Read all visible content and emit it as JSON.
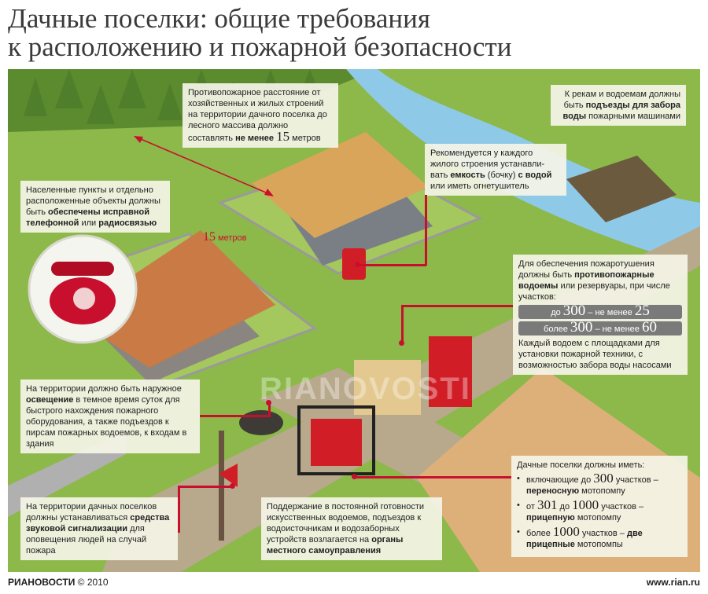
{
  "title_line1": "Дачные поселки: общие требования",
  "title_line2": "к расположению и пожарной безопасности",
  "distance_label": {
    "num": "15",
    "unit": "метров"
  },
  "watermark": "RIANOVOSTI",
  "boxes": {
    "forest": {
      "text": "Противопожарное расстояние от хозяйственных и жилых строений на территории дачного поселка до лесного массива должно составлять ",
      "bold": "не менее ",
      "num": "15",
      "tail": " метров"
    },
    "water_access": {
      "text": "К рекам и водоемам должны быть ",
      "bold": "подъезды для забора воды",
      "tail": " пожарными машинами"
    },
    "phone": {
      "text": "Населенные пункты и отдельно расположенные объекты должны быть ",
      "bold": "обеспечены исправной телефонной",
      "mid": " или ",
      "bold2": "радиосвязью"
    },
    "barrel": {
      "text": "Рекомендуется у каждого жилого строения устанавли-вать ",
      "bold": "емкость",
      "mid": " (бочку) ",
      "bold2": "с водой",
      "tail": " или иметь огнетушитель"
    },
    "reservoirs": {
      "text": "Для обеспечения пожаротушения должны быть ",
      "bold": "противопожарные водоемы",
      "tail": " или резервуары, при числе участков:",
      "row1": {
        "pre": "до ",
        "num1": "300",
        "mid": " – не менее ",
        "num2": "25"
      },
      "row2": {
        "pre": "более ",
        "num1": "300",
        "mid": " – не менее ",
        "num2": "60"
      },
      "after": "Каждый водоем с площадками для установки пожарной техники, с возможностью забора воды насосами"
    },
    "lighting": {
      "text": "На территории должно быть наружное ",
      "bold": "освещение",
      "tail": " в темное время суток для быстрого нахождения пожарного оборудования, а также подъездов к пирсам пожарных водоемов, к входам в здания"
    },
    "alarm": {
      "text": "На территории дачных поселков должны устанавливаться ",
      "bold": "средства звуковой сигнализации",
      "tail": " для оповещения людей на случай пожара"
    },
    "maintenance": {
      "text": "Поддержание в постоянной готовности искусственных водоемов, подъездов к водоисточникам и водозаборных устройств возлагается на ",
      "bold": "органы местного самоуправления"
    },
    "pumps": {
      "head": "Дачные поселки должны иметь:",
      "i1": {
        "pre": "включающие до ",
        "num": "300",
        "mid": " участков – ",
        "bold": "переносную",
        "tail": " мотопомпу"
      },
      "i2": {
        "pre": "от ",
        "num1": "301",
        "mid1": " до ",
        "num2": "1000",
        "mid2": " участков – ",
        "bold": "прицепную",
        "tail": " мотопомпу"
      },
      "i3": {
        "pre": "более ",
        "num": "1000",
        "mid": " участков – ",
        "bold": "две прицепные",
        "tail": " мотопомпы"
      }
    }
  },
  "footer": {
    "brand": "РИАНОВОСТИ",
    "copy": " © 2010",
    "site": "www.rian.ru"
  }
}
